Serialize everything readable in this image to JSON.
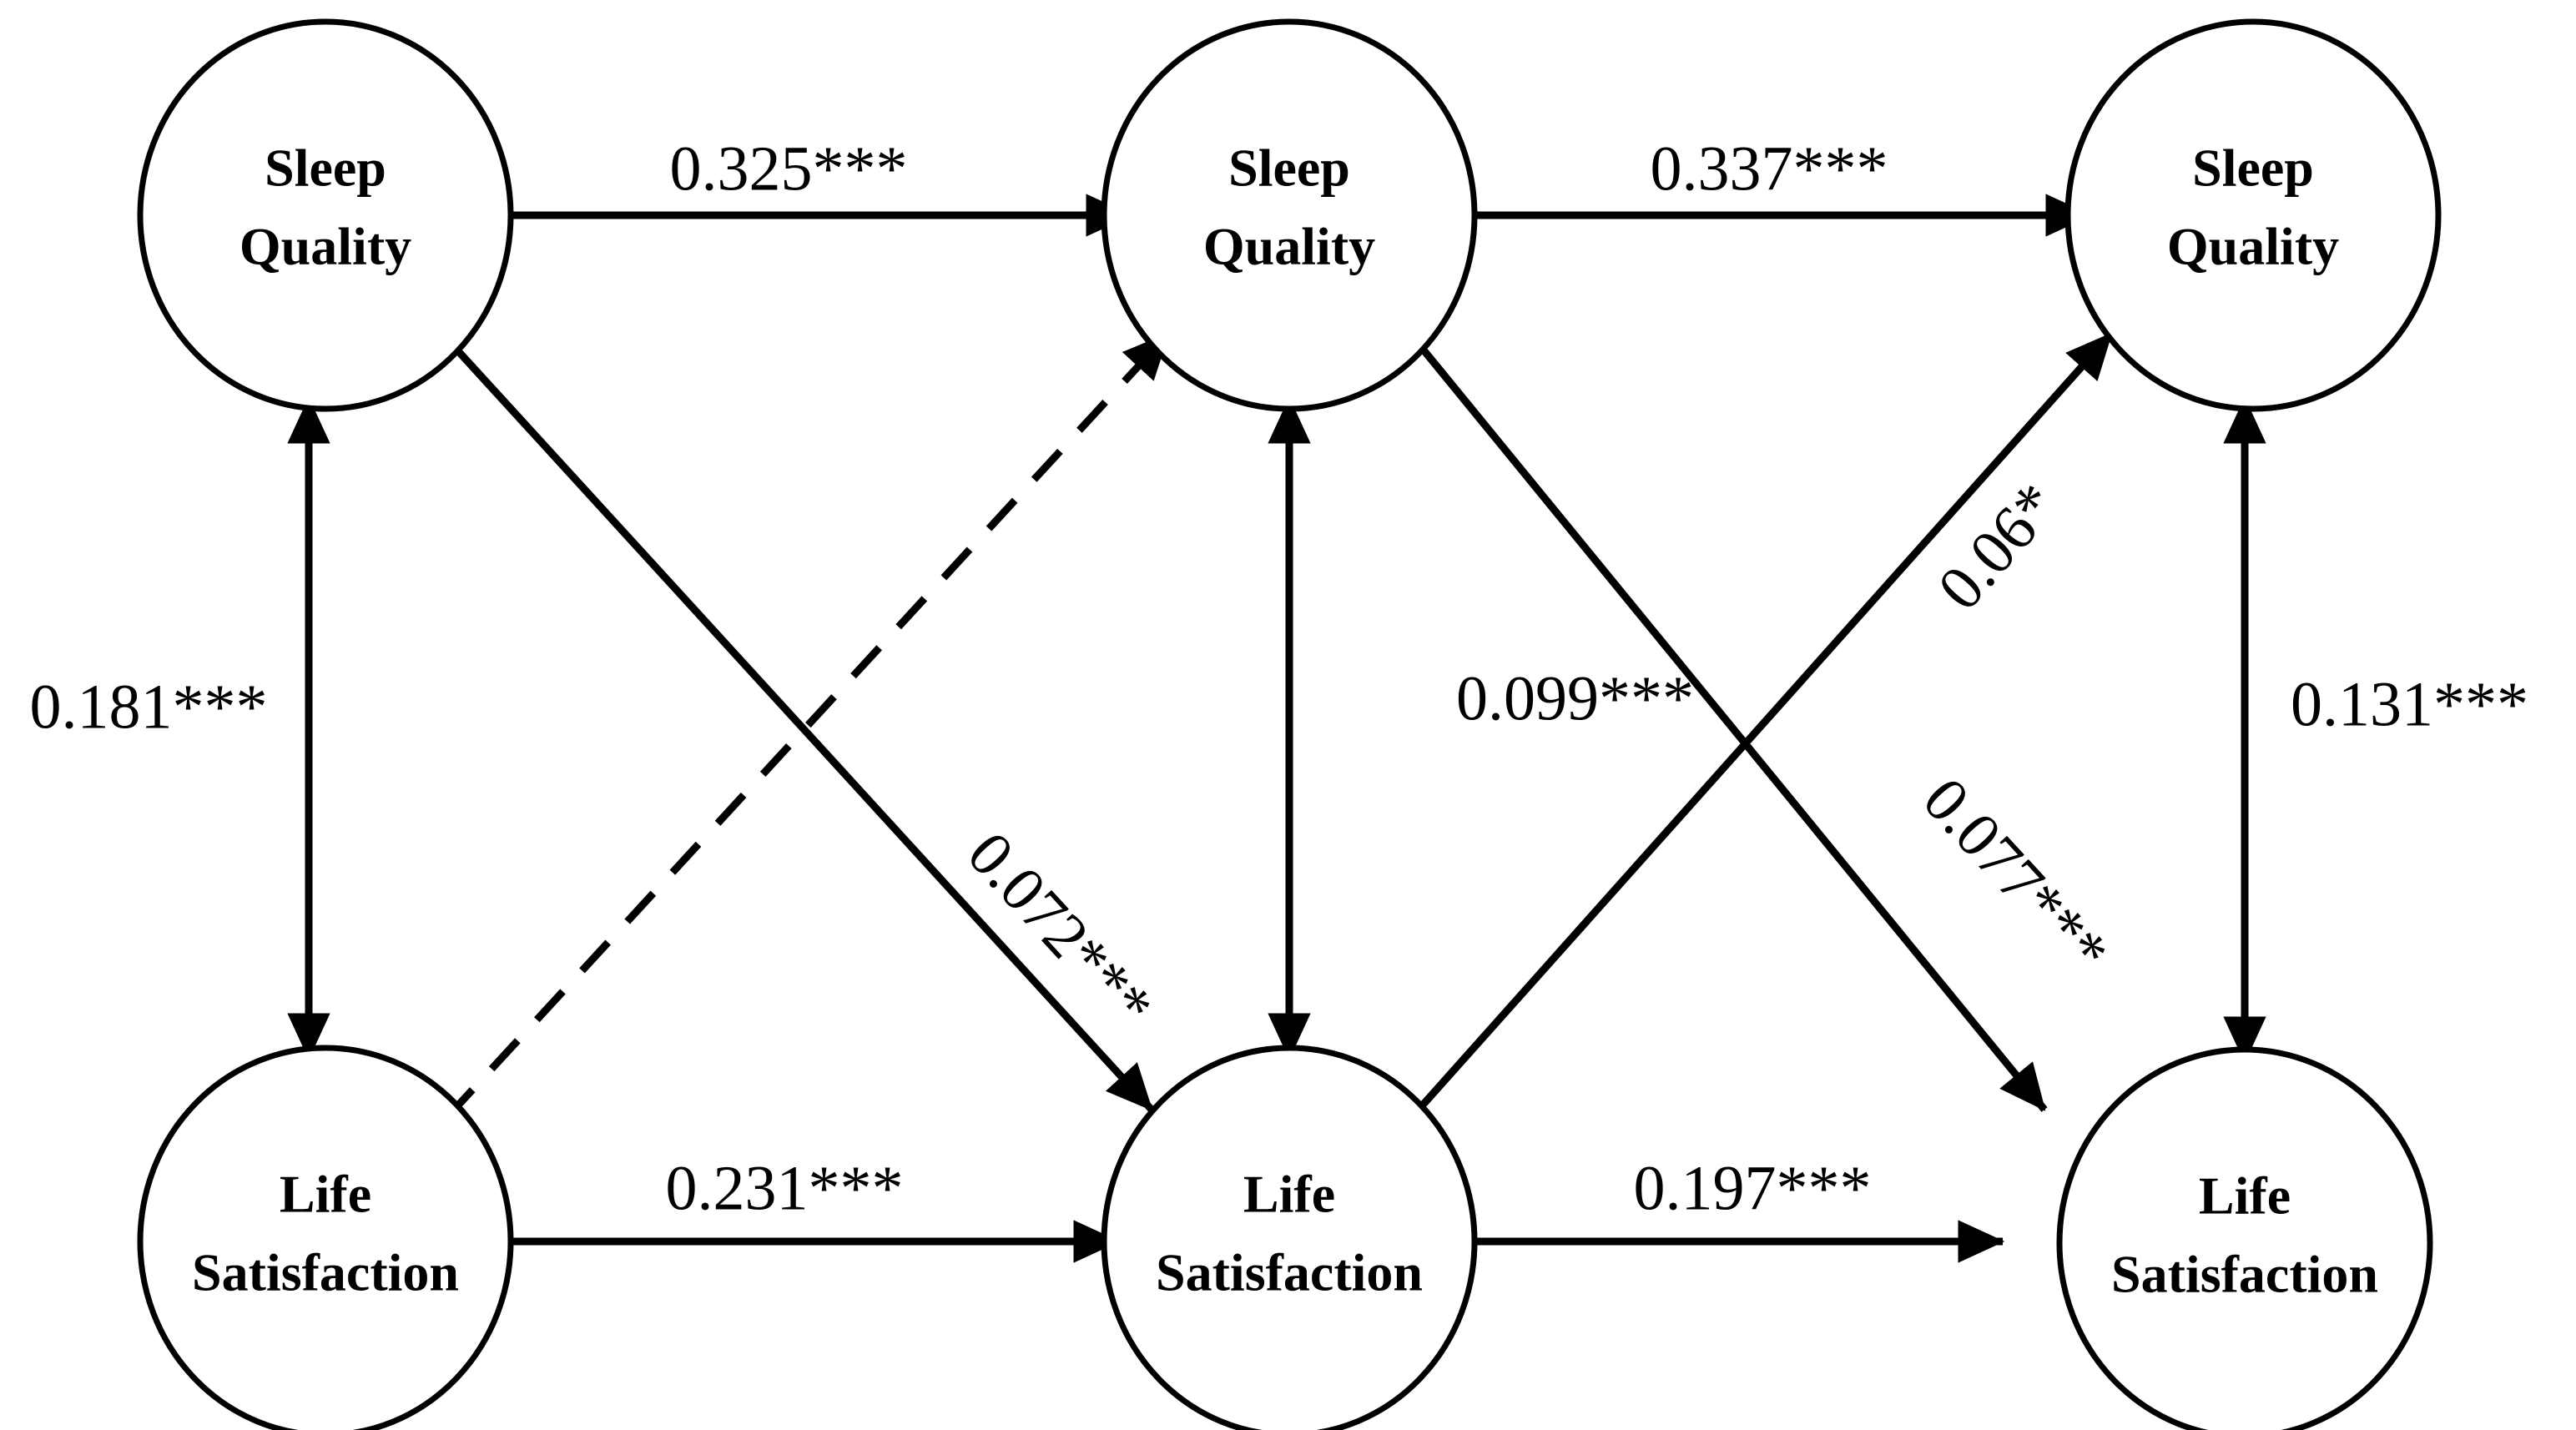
{
  "figure": {
    "type": "cross-lagged-panel-diagram",
    "background_color": "#ffffff",
    "stroke_color": "#000000"
  },
  "nodes": [
    {
      "id": "sq-t1",
      "label_line1": "Sleep",
      "label_line2": "Quality",
      "row": "top",
      "wave": 1
    },
    {
      "id": "sq-t2",
      "label_line1": "Sleep",
      "label_line2": "Quality",
      "row": "top",
      "wave": 2
    },
    {
      "id": "sq-t3",
      "label_line1": "Sleep",
      "label_line2": "Quality",
      "row": "top",
      "wave": 3
    },
    {
      "id": "ls-t1",
      "label_line1": "Life",
      "label_line2": "Satisfaction",
      "row": "bottom",
      "wave": 1
    },
    {
      "id": "ls-t2",
      "label_line1": "Life",
      "label_line2": "Satisfaction",
      "row": "bottom",
      "wave": 2
    },
    {
      "id": "ls-t3",
      "label_line1": "Life",
      "label_line2": "Satisfaction",
      "row": "bottom",
      "wave": 3
    }
  ],
  "edges": [
    {
      "id": "sq1-sq2",
      "from": "sq-t1",
      "to": "sq-t2",
      "label": "0.325***",
      "style": "solid",
      "kind": "autoregressive"
    },
    {
      "id": "sq2-sq3",
      "from": "sq-t2",
      "to": "sq-t3",
      "label": "0.337***",
      "style": "solid",
      "kind": "autoregressive"
    },
    {
      "id": "ls1-ls2",
      "from": "ls-t1",
      "to": "ls-t2",
      "label": "0.231***",
      "style": "solid",
      "kind": "autoregressive"
    },
    {
      "id": "ls2-ls3",
      "from": "ls-t2",
      "to": "ls-t3",
      "label": "0.197***",
      "style": "solid",
      "kind": "autoregressive"
    },
    {
      "id": "sq1-ls1",
      "from": "sq-t1",
      "to": "ls-t1",
      "label": "0.181***",
      "style": "solid",
      "kind": "correlation"
    },
    {
      "id": "sq2-ls2",
      "from": "sq-t2",
      "to": "ls-t2",
      "label": "0.099***",
      "style": "solid",
      "kind": "correlation"
    },
    {
      "id": "sq3-ls3",
      "from": "sq-t3",
      "to": "ls-t3",
      "label": "0.131***",
      "style": "solid",
      "kind": "correlation"
    },
    {
      "id": "sq1-ls2",
      "from": "sq-t1",
      "to": "ls-t2",
      "label": "0.072***",
      "style": "solid",
      "kind": "cross-lagged"
    },
    {
      "id": "ls1-sq2",
      "from": "ls-t1",
      "to": "sq-t2",
      "label": "",
      "style": "dashed",
      "kind": "cross-lagged"
    },
    {
      "id": "ls2-sq3",
      "from": "ls-t2",
      "to": "sq-t3",
      "label": "0.06*",
      "style": "solid",
      "kind": "cross-lagged"
    },
    {
      "id": "sq2-ls3",
      "from": "sq-t2",
      "to": "ls-t3",
      "label": "0.077***",
      "style": "solid",
      "kind": "cross-lagged"
    }
  ],
  "chart_data": {
    "type": "diagram",
    "title": "",
    "path_coefficients": [
      {
        "path": "Sleep Quality T1 -> Sleep Quality T2",
        "value": 0.325,
        "significance": "***",
        "label": "0.325***"
      },
      {
        "path": "Sleep Quality T2 -> Sleep Quality T3",
        "value": 0.337,
        "significance": "***",
        "label": "0.337***"
      },
      {
        "path": "Life Satisfaction T1 -> Life Satisfaction T2",
        "value": 0.231,
        "significance": "***",
        "label": "0.231***"
      },
      {
        "path": "Life Satisfaction T2 -> Life Satisfaction T3",
        "value": 0.197,
        "significance": "***",
        "label": "0.197***"
      },
      {
        "path": "Sleep Quality T1 <-> Life Satisfaction T1",
        "value": 0.181,
        "significance": "***",
        "label": "0.181***"
      },
      {
        "path": "Sleep Quality T2 <-> Life Satisfaction T2",
        "value": 0.099,
        "significance": "***",
        "label": "0.099***"
      },
      {
        "path": "Sleep Quality T3 <-> Life Satisfaction T3",
        "value": 0.131,
        "significance": "***",
        "label": "0.131***"
      },
      {
        "path": "Sleep Quality T1 -> Life Satisfaction T2",
        "value": 0.072,
        "significance": "***",
        "label": "0.072***"
      },
      {
        "path": "Life Satisfaction T2 -> Sleep Quality T3",
        "value": 0.06,
        "significance": "*",
        "label": "0.06*"
      },
      {
        "path": "Sleep Quality T2 -> Life Satisfaction T3",
        "value": 0.077,
        "significance": "***",
        "label": "0.077***"
      },
      {
        "path": "Life Satisfaction T1 -> Sleep Quality T2",
        "value": null,
        "significance": "",
        "label": ""
      }
    ]
  },
  "labels": {
    "sq1_sq2": "0.325***",
    "sq2_sq3": "0.337***",
    "ls1_ls2": "0.231***",
    "ls2_ls3": "0.197***",
    "sq1_ls1": "0.181***",
    "sq2_ls2": "0.099***",
    "sq3_ls3": "0.131***",
    "sq1_ls2": "0.072***",
    "ls2_sq3": "0.06*",
    "sq2_ls3": "0.077***"
  },
  "node_text": {
    "sleep_line1": "Sleep",
    "sleep_line2": "Quality",
    "life_line1": "Life",
    "life_line2": "Satisfaction"
  }
}
